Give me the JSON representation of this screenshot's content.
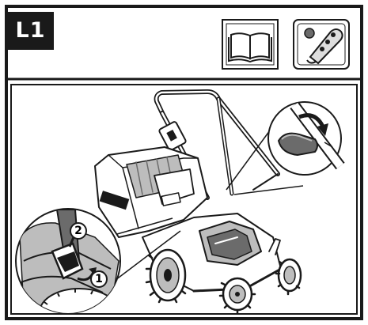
{
  "header": {
    "step_label": "L1",
    "manual_icon": "open-book-icon",
    "device_icon": "safety-key-controller-icon"
  },
  "illustration": {
    "subject": "lawn-mower-icon",
    "left_callout": {
      "steps": [
        "1",
        "2"
      ]
    },
    "right_callout": {
      "rotation_arrow": "curved-arrow-icon"
    }
  },
  "colors": {
    "ink": "#1a1a1a",
    "paper": "#ffffff",
    "shade": "#bdbdbd",
    "dark_shade": "#6b6b6b"
  }
}
